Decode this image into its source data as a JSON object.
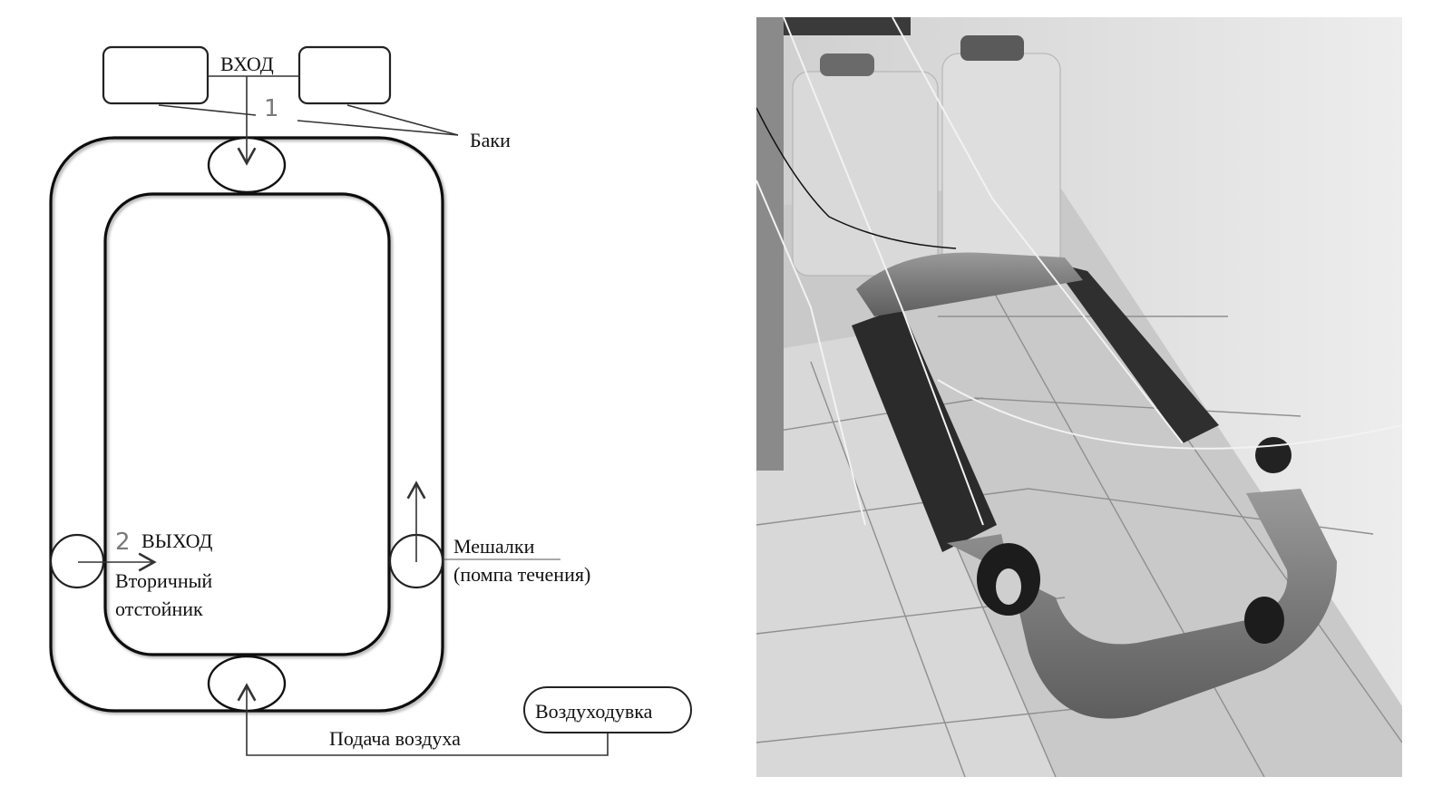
{
  "figure": {
    "diagram": {
      "labels": {
        "input": "ВХОД",
        "tanks": "Баки",
        "marker_1": "1",
        "marker_2": "2",
        "output": "ВЫХОД",
        "clarifier_line1": "Вторичный",
        "clarifier_line2": "отстойник",
        "mixers_line1": "Мешалки",
        "mixers_line2": "(помпа течения)",
        "blower": "Воздуходувка",
        "air_supply": "Подача воздуха"
      }
    },
    "photo": {
      "colors": {
        "wall": "#e6e6e6",
        "floor": "#cfcfcf",
        "pipe_grey": "#7d7d7d",
        "pipe_dark": "#2b2b2b",
        "tank": "#dadada"
      }
    }
  }
}
